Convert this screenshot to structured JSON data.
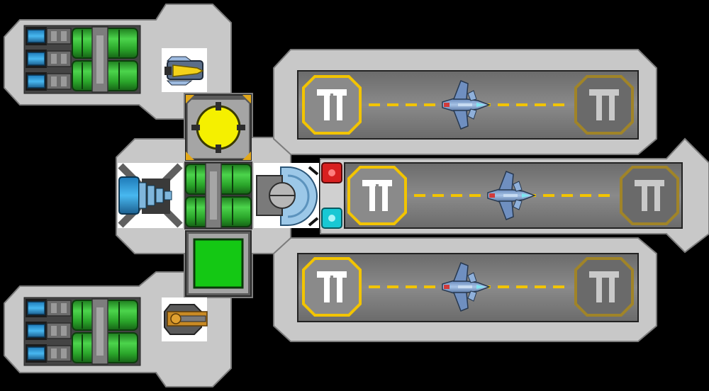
{
  "scene": {
    "background": "#000000",
    "hull_color": "#c8c8c8",
    "hull_outline": "#6e6e6e",
    "room_floor": "#7a7a7a",
    "panel_dark": "#3a3a3a",
    "accent_yellow": "#f2c400",
    "fuel_green": "#2fb52f",
    "shield_blue": "#9cc8e8"
  },
  "icons": {
    "hangar_marker": "hangar-pad-icon",
    "fighter": "fighter-ship-icon",
    "fuel_tank": "fuel-tank-icon",
    "thruster": "thruster-icon",
    "reactor": "reactor-core-icon",
    "shield": "shield-generator-icon",
    "missile": "missile-launcher-icon",
    "cannon": "cannon-icon",
    "engine": "main-engine-icon",
    "door_red": "red-door-button-icon",
    "door_cyan": "cyan-door-button-icon"
  },
  "hangars": [
    {
      "name": "hangar-top",
      "status": "docked"
    },
    {
      "name": "hangar-middle",
      "status": "docked"
    },
    {
      "name": "hangar-bottom",
      "status": "docked"
    }
  ]
}
